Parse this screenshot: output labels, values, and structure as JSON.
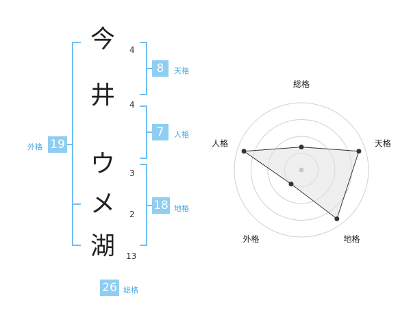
{
  "name": {
    "chars": [
      {
        "char": "今",
        "strokes": "4"
      },
      {
        "char": "井",
        "strokes": "4"
      },
      {
        "char": "ウ",
        "strokes": "3"
      },
      {
        "char": "メ",
        "strokes": "2"
      },
      {
        "char": "湖",
        "strokes": "13"
      }
    ]
  },
  "kaku": {
    "tenkaku": {
      "label": "天格",
      "value": "8"
    },
    "jinkaku": {
      "label": "人格",
      "value": "7"
    },
    "chikaku": {
      "label": "地格",
      "value": "18"
    },
    "gaikaku": {
      "label": "外格",
      "value": "19"
    },
    "soukaku": {
      "label": "総格",
      "value": "26"
    }
  },
  "colors": {
    "accent": "#8fcdf2",
    "bracket": "#6fbff0",
    "label": "#4aa8de"
  },
  "chart_data": {
    "type": "radar",
    "axes": [
      "総格",
      "天格",
      "地格",
      "外格",
      "人格"
    ],
    "values": [
      0.34,
      0.9,
      0.9,
      0.26,
      0.9
    ],
    "rmax": 1,
    "rings": 4
  }
}
